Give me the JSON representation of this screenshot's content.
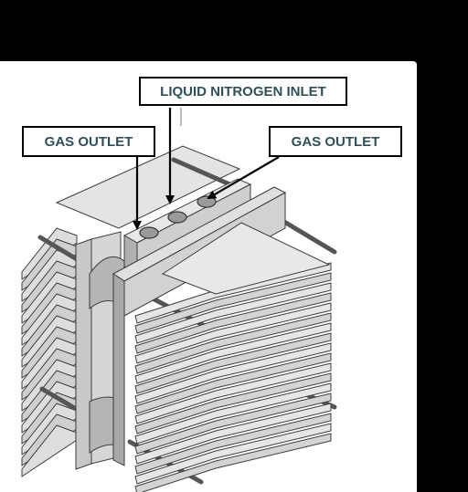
{
  "labels": {
    "inlet": "LIQUID NITROGEN INLET",
    "outlet_left": "GAS OUTLET",
    "outlet_right": "GAS OUTLET"
  },
  "colors": {
    "background": "#000000",
    "panel": "#ffffff",
    "label_text": "#2f4f5a",
    "metal_light": "#d9d9d9",
    "metal_mid": "#bdbdbd",
    "metal_dark": "#8f8f8f",
    "outline": "#3c3c3c"
  }
}
